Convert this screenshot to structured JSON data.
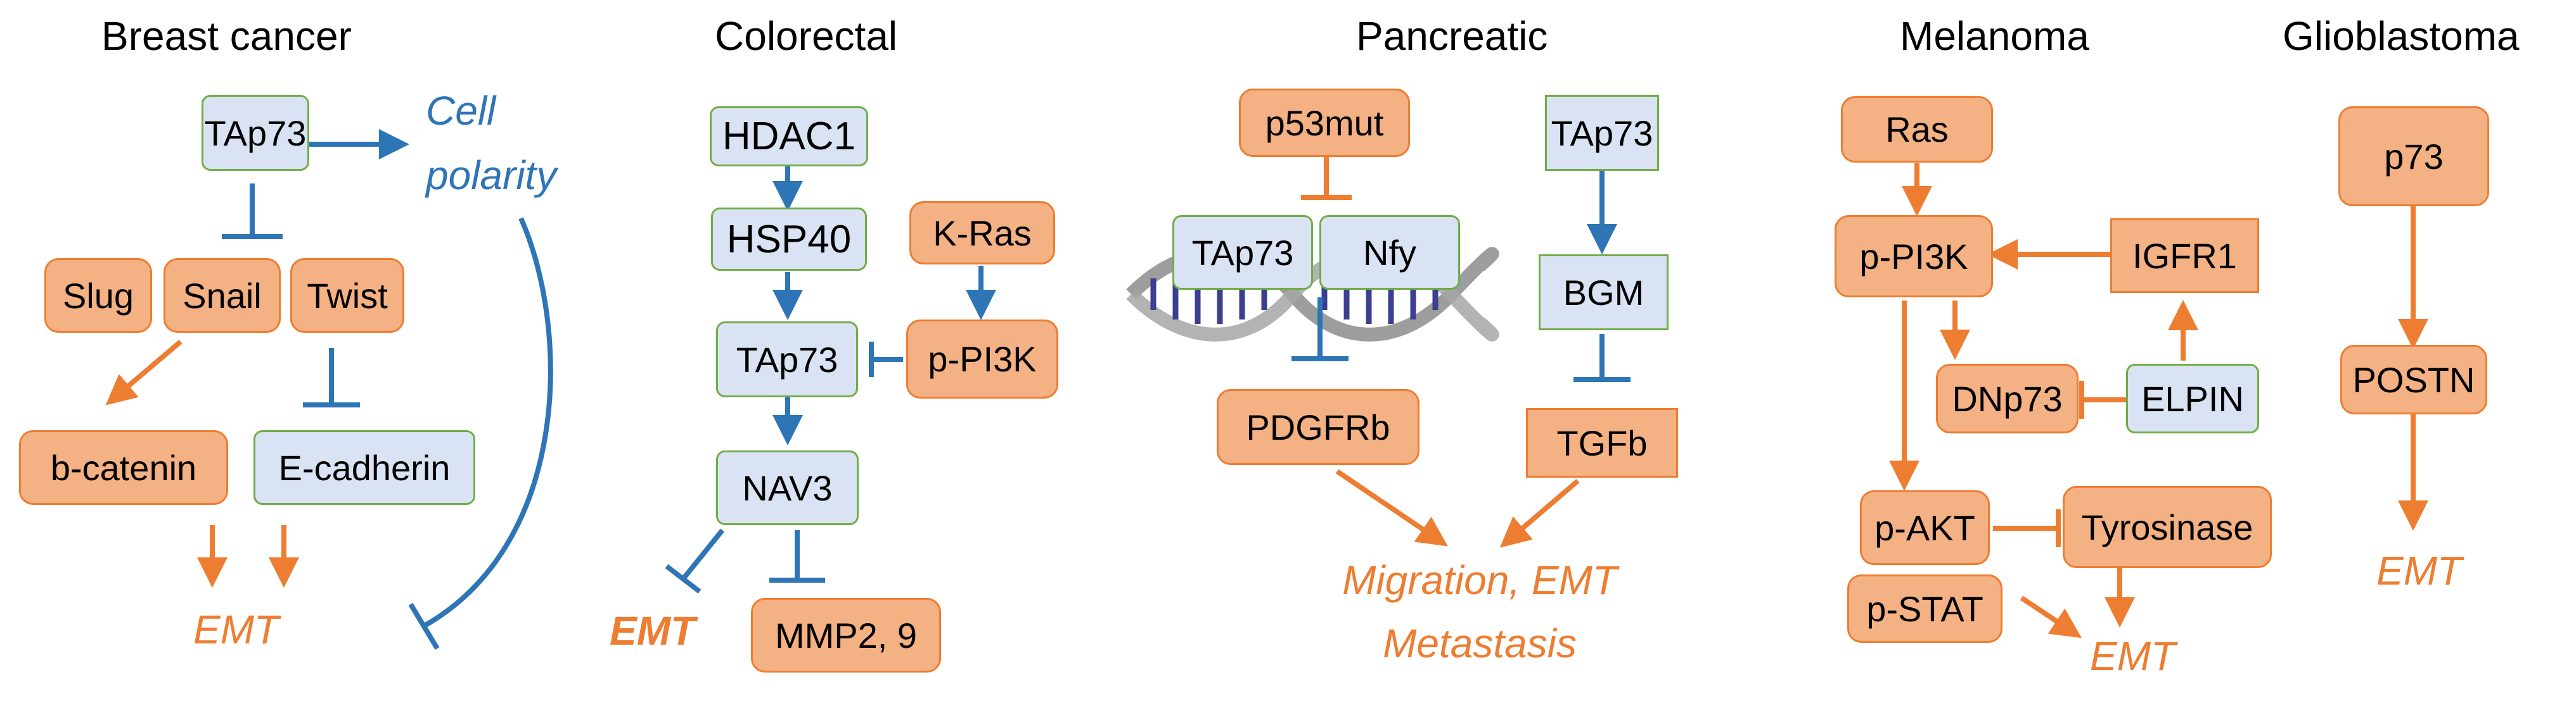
{
  "colors": {
    "blue_arrow": "#2e75b6",
    "orange_arrow": "#ed7d31",
    "blue_box": "#dae3f3",
    "orange_box": "#f4b183",
    "box_border_green": "#70ad47"
  },
  "breast": {
    "title": "Breast cancer",
    "tap73": "TAp73",
    "cell_polarity_1": "Cell",
    "cell_polarity_2": "polarity",
    "slug": "Slug",
    "snail": "Snail",
    "twist": "Twist",
    "b_catenin": "b-catenin",
    "e_cadherin": "E-cadherin",
    "emt": "EMT"
  },
  "colorectal": {
    "title": "Colorectal",
    "hdac1": "HDAC1",
    "hsp40": "HSP40",
    "kras": "K-Ras",
    "tap73": "TAp73",
    "pi3k": "p-PI3K",
    "nav3": "NAV3",
    "emt": "EMT",
    "mmp": "MMP2, 9"
  },
  "pancreatic": {
    "title": "Pancreatic",
    "p53mut": "p53mut",
    "tap73_left": "TAp73",
    "nfy": "Nfy",
    "tap73_right": "TAp73",
    "bgm": "BGM",
    "pdgfrb": "PDGFRb",
    "tgfb": "TGFb",
    "outcome_1": "Migration, EMT",
    "outcome_2": "Metastasis"
  },
  "melanoma": {
    "title": "Melanoma",
    "ras": "Ras",
    "pi3k": "p-PI3K",
    "igfr1": "IGFR1",
    "dnp73": "DNp73",
    "elpin": "ELPIN",
    "pakt": "p-AKT",
    "tyrosinase": "Tyrosinase",
    "pstat": "p-STAT",
    "emt": "EMT"
  },
  "glioblastoma": {
    "title": "Glioblastoma",
    "p73": "p73",
    "postn": "POSTN",
    "emt": "EMT"
  }
}
